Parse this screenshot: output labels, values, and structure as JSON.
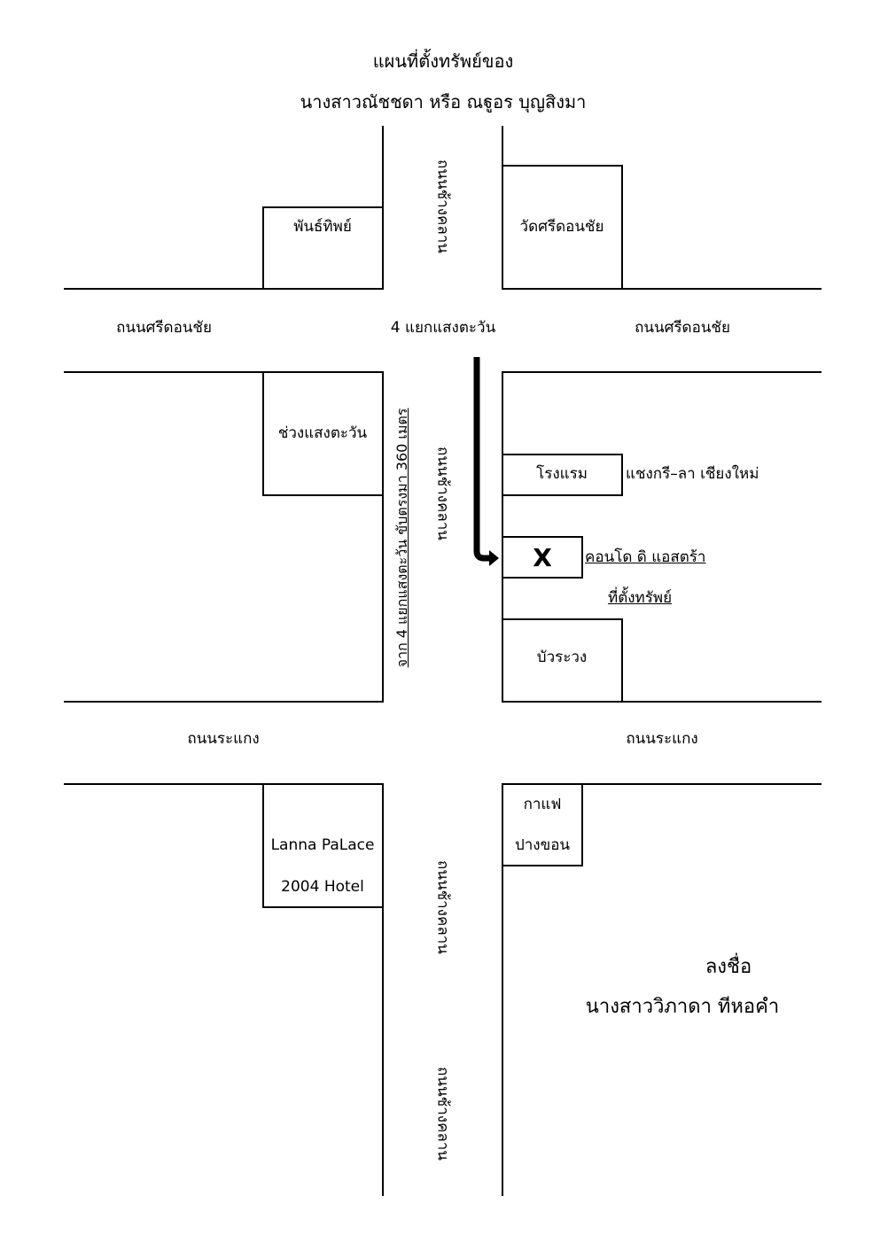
{
  "title": {
    "line1": "แผนที่ตั้งทรัพย์ของ",
    "line2": "นางสาวณัชชดา หรือ ณฐูอร  บุญสิงมา"
  },
  "roads": {
    "changklan_1": "ถนนช้างคลาน",
    "changklan_2": "ถนนช้างคลาน",
    "changklan_3": "ถนนช้างคลาน",
    "changklan_4": "ถนนช้างคลาน",
    "sridonchai_left": "ถนนศรีดอนชัย",
    "sridonchai_right": "ถนนศรีดอนชัย",
    "rakaeng_left": "ถนนระแกง",
    "rakaeng_right": "ถนนระแกง",
    "intersection": "4 แยกแสงตะวัน"
  },
  "places": {
    "phanthip": "พันธ์ทิพย์",
    "wat_sridonchai": "วัดศรีดอนชัย",
    "chuang_saengtawan": "ช่วงแสงตะวัน",
    "hotel_box": "โรงแรม",
    "hotel_name": "แชงกรี–ลา เชียงใหม่",
    "target_mark": "X",
    "condo_name": "คอนโด ดิ แอสตร้า",
    "property_label": "ที่ตั้งทรัพย์",
    "buarawong": "บัวระวง",
    "lanna_line1": "Lanna PaLace",
    "lanna_line2": "2004 Hotel",
    "cafe_line1": "กาแฟ",
    "cafe_line2": "ปางขอน"
  },
  "direction_note": "จาก 4 แยกแสงตะวัน ขับตรงมา 360 เมตร",
  "signature": {
    "label": "ลงชื่อ",
    "name": "นางสาววิภาดา  ทีหอคำ"
  }
}
